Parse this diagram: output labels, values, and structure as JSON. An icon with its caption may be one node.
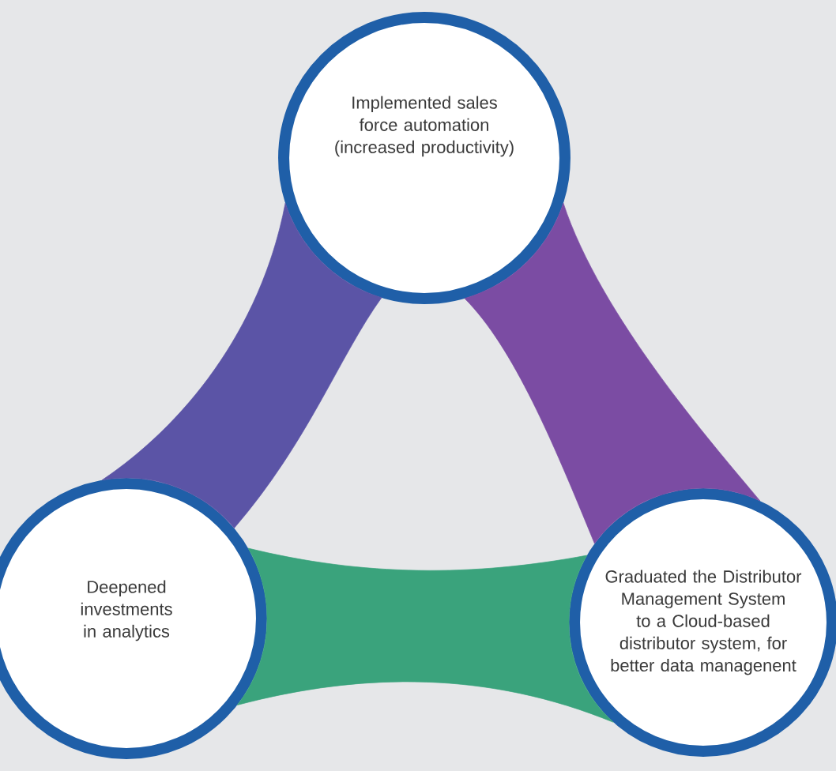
{
  "diagram": {
    "nodes": [
      {
        "text": [
          "Implemented sales force automation (increased productivity)"
        ]
      },
      {
        "text": [
          "Deepened investments in analytics"
        ]
      },
      {
        "text": [
          "Graduated the Distributor Management System to a Cloud-based distributor system, for better data managenent"
        ]
      }
    ],
    "edges": [
      {
        "from": 0,
        "to": 1,
        "arrow": "none",
        "color": "#5b54a6"
      },
      {
        "from": 0,
        "to": 2,
        "arrow": "none",
        "color": "#7b4ca3"
      },
      {
        "from": 1,
        "to": 2,
        "arrow": "none",
        "color": "#3aa37c"
      }
    ]
  }
}
